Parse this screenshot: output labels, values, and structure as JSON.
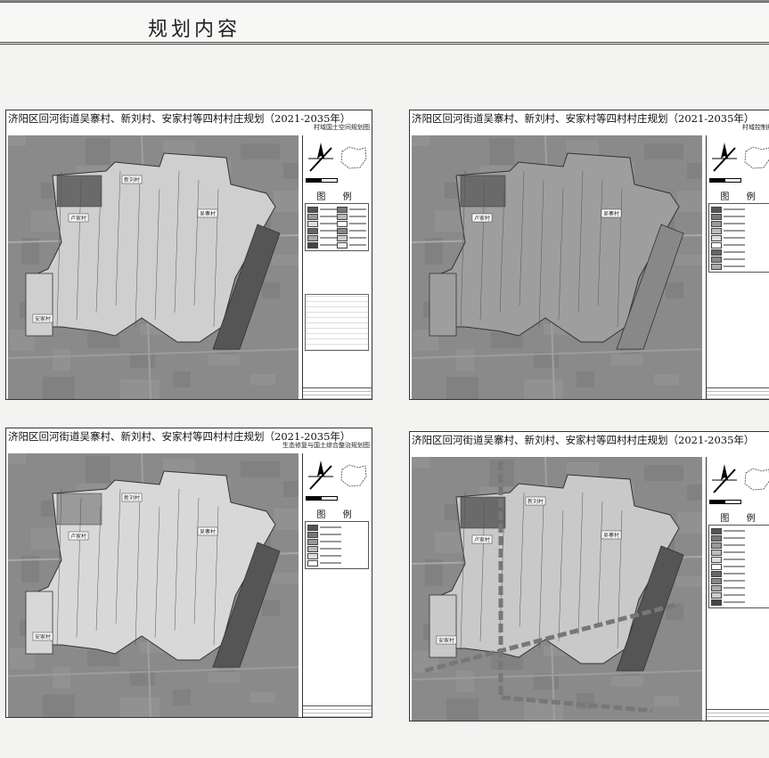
{
  "page": {
    "title": "规划内容"
  },
  "panels": [
    {
      "title": "济阳区回河街道吴寨村、新刘村、安家村等四村村庄规划（2021-2035年）",
      "subtitle": "村域国土空间规划图",
      "legend_title": "图 例",
      "villages": [
        "卢家村",
        "吴寨村",
        "安家村",
        "新刘村"
      ],
      "shade": "#cfcfcf"
    },
    {
      "title": "济阳区回河街道吴寨村、新刘村、安家村等四村村庄规划（2021-2035年）",
      "subtitle": "村域控制线",
      "legend_title": "图 例",
      "villages": [
        "卢家村",
        "吴寨村"
      ],
      "shade": "#9e9e9e"
    },
    {
      "title": "济阳区回河街道吴寨村、新刘村、安家村等四村村庄规划（2021-2035年）",
      "subtitle": "生态修复与国土综合整治规划图",
      "legend_title": "图 例",
      "villages": [
        "卢家村",
        "吴寨村",
        "安家村",
        "新刘村"
      ],
      "shade": "#d8d8d8"
    },
    {
      "title": "济阳区回河街道吴寨村、新刘村、安家村等四村村庄规划（2021-2035年）",
      "subtitle": "",
      "legend_title": "图 例",
      "villages": [
        "卢家村",
        "吴寨村",
        "安家村",
        "新刘村"
      ],
      "shade": "#c9c9c9"
    }
  ],
  "colors": {
    "base_map": "#8a8a8a",
    "dark_zone": "#555555",
    "light_zone": "#e2e2e2",
    "arrow": "#777777"
  }
}
